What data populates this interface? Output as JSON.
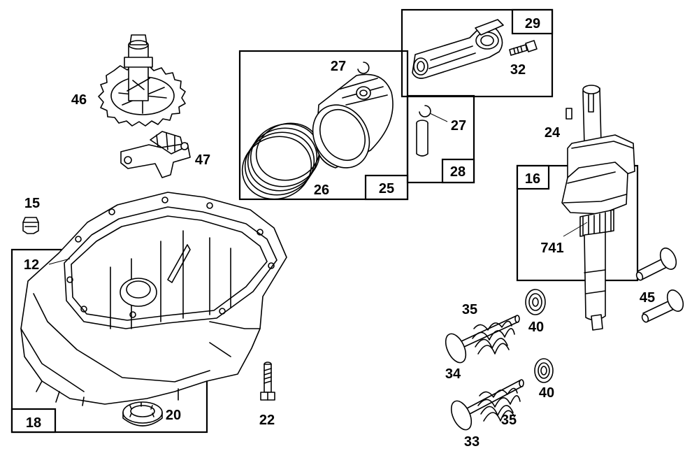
{
  "labels": {
    "p12": "12",
    "p15": "15",
    "p16": "16",
    "p18": "18",
    "p20": "20",
    "p22": "22",
    "p24": "24",
    "p25": "25",
    "p26": "26",
    "p27a": "27",
    "p27b": "27",
    "p28": "28",
    "p29": "29",
    "p32": "32",
    "p33": "33",
    "p34": "34",
    "p35a": "35",
    "p35b": "35",
    "p40a": "40",
    "p40b": "40",
    "p45": "45",
    "p46": "46",
    "p47": "47",
    "p741": "741"
  }
}
